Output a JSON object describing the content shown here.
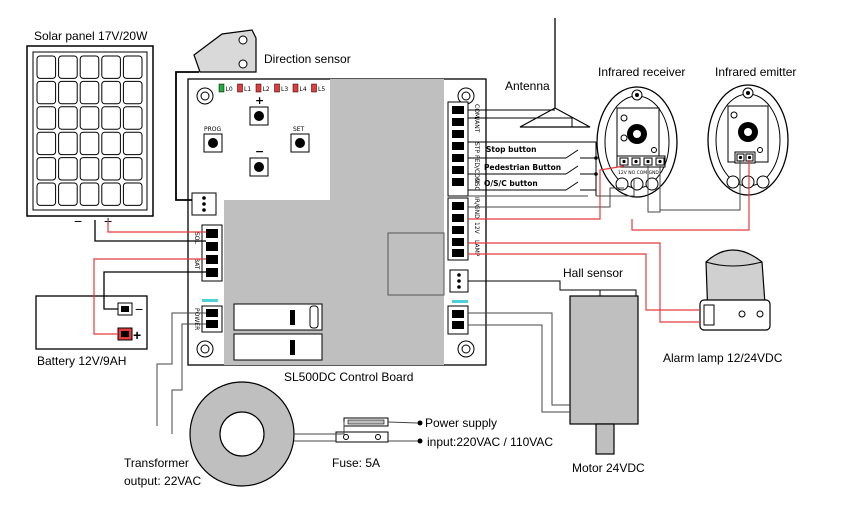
{
  "labels": {
    "solar_panel": "Solar panel 17V/20W",
    "direction_sensor": "Direction sensor",
    "antenna": "Antenna",
    "infrared_receiver": "Infrared receiver",
    "infrared_emitter": "Infrared emitter",
    "stop_button": "Stop button",
    "pedestrian_button": "Pedestrian Button",
    "osc_button": "O/S/C button",
    "hall_sensor": "Hall sensor",
    "alarm_lamp": "Alarm lamp 12/24VDC",
    "battery": "Battery 12V/9AH",
    "control_board": "SL500DC Control Board",
    "power_supply_line1": "Power supply",
    "power_supply_line2": "input:220VAC / 110VAC",
    "transformer_line1": "Transformer",
    "transformer_line2": "output: 22VAC",
    "fuse": "Fuse: 5A",
    "motor": "Motor 24VDC",
    "solar_minus": "−",
    "solar_plus": "+",
    "battery_minus": "−",
    "battery_plus": "+"
  },
  "board": {
    "leds": [
      "L0",
      "L1",
      "L2",
      "L3",
      "L4",
      "L5"
    ],
    "led_colors": [
      "#1fae3a",
      "#e53b3b",
      "#e53b3b",
      "#e53b3b",
      "#e53b3b",
      "#e53b3b"
    ],
    "button_prog": "PROG",
    "button_set": "SET",
    "button_plus": "+",
    "button_minus": "−",
    "term_right_top": "COM/ANT",
    "term_stp": "STP",
    "term_ped": "PED/COM",
    "term_osc": "OSC",
    "term_ir": "IR/GND",
    "term_12v": "12V",
    "term_lamp": "LAMP",
    "term_left_sol": "SOL",
    "term_left_bat": "BAT",
    "term_left_power": "POWER"
  },
  "ir_receiver_terminals": "12V NO COM GND",
  "colors": {
    "wire_red": "#e53b3b",
    "board_grey": "#bfbfbf",
    "teal": "#4fd1d9"
  }
}
